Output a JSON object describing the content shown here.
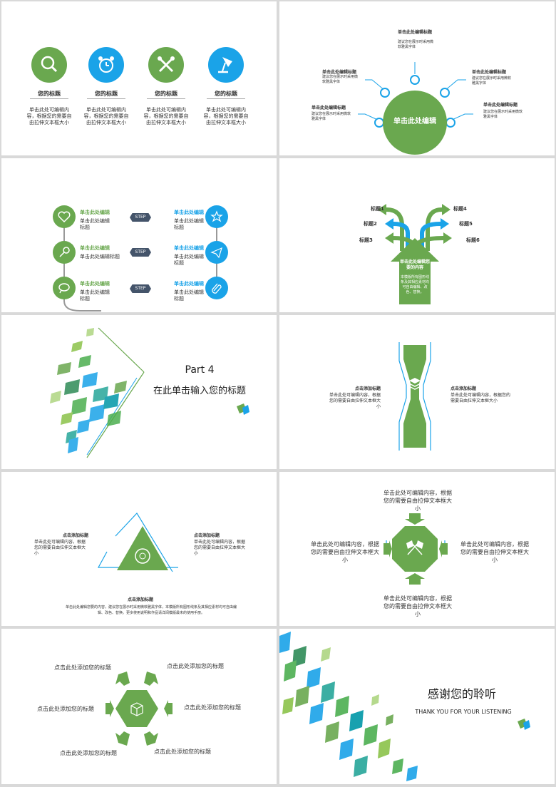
{
  "colors": {
    "green": "#6aa84f",
    "blue": "#1aa3e8",
    "text": "#333333"
  },
  "slide1": {
    "items": [
      {
        "icon": "magnifier-icon",
        "title": "您的标题",
        "desc": "单击此处可编辑内容，根据您的需要自由拉伸文本框大小"
      },
      {
        "icon": "alarm-clock-icon",
        "title": "您的标题",
        "desc": "单击此处可编辑内容，根据您的需要自由拉伸文本框大小"
      },
      {
        "icon": "tools-icon",
        "title": "您的标题",
        "desc": "单击此处可编辑内容，根据您的需要自由拉伸文本框大小"
      },
      {
        "icon": "desk-lamp-icon",
        "title": "您的标题",
        "desc": "单击此处可编辑内容，根据您的需要自由拉伸文本框大小"
      }
    ]
  },
  "slide2": {
    "center": "单击此处编辑",
    "nodes": [
      {
        "title": "单击此处编辑标题",
        "desc": "建议您在展示时采用微软雅黑字体"
      },
      {
        "title": "单击此处编辑标题",
        "desc": "建议您在展示时采用微软雅黑字体"
      },
      {
        "title": "单击此处编辑标题",
        "desc": "建议您在展示时采用微软雅黑字体"
      },
      {
        "title": "单击此处编辑标题",
        "desc": "建议您在展示时采用微软雅黑字体"
      },
      {
        "title": "单击此处编辑标题",
        "desc": "建议您在展示时采用微软雅黑字体"
      }
    ]
  },
  "slide3": {
    "step": "STEP",
    "left": [
      {
        "title": "单击此处编辑",
        "desc": "单击此处编辑标题"
      },
      {
        "title": "单击此处编辑",
        "desc": "单击此处编辑标题"
      },
      {
        "title": "单击此处编辑",
        "desc": "单击此处编辑标题"
      }
    ],
    "right": [
      {
        "title": "单击此处编辑",
        "desc": "单击此处编辑标题"
      },
      {
        "title": "单击此处编辑",
        "desc": "单击此处编辑标题"
      },
      {
        "title": "单击此处编辑",
        "desc": "单击此处编辑标题"
      }
    ]
  },
  "slide4": {
    "labels": [
      "标题1",
      "标题2",
      "标题3",
      "标题4",
      "标题5",
      "标题6"
    ],
    "box_title": "单击此处编辑您要的内容",
    "box_desc": "本模版所有图形线条及其相应素材均可自由编辑、改色、替换。"
  },
  "slide5": {
    "part": "Part 4",
    "title": "在此单击输入您的标题"
  },
  "slide6": {
    "left_title": "点击添加标题",
    "left_desc": "单击此处可编辑内容，根据您的需要自由拉伸文本框大小",
    "right_title": "点击添加标题",
    "right_desc": "单击此处可编辑内容，根据您的需要自由拉伸文本框大小"
  },
  "slide7": {
    "left_title": "点击添加标题",
    "left_desc": "单击此处可编辑内容，根据您的需要自由拉伸文本框大小",
    "right_title": "点击添加标题",
    "right_desc": "单击此处可编辑内容，根据您的需要自由拉伸文本框大小",
    "bottom_title": "点击添加标题",
    "bottom_desc": "单击此处编辑您要的内容，建议您在展示时采用微软雅黑字体，本模版所有图形线条及其相应素材均可自由编辑、改色、替换。更多使用说明和作品请详阅模版最末的使用手册。"
  },
  "slide8": {
    "top": "单击此处可编辑内容，根据您的需要自由拉伸文本框大小",
    "left": "单击此处可编辑内容，根据您的需要自由拉伸文本框大小",
    "right": "单击此处可编辑内容，根据您的需要自由拉伸文本框大小",
    "bottom": "单击此处可编辑内容，根据您的需要自由拉伸文本框大小"
  },
  "slide9": {
    "labels": [
      "点击此处添加您的标题",
      "点击此处添加您的标题",
      "点击此处添加您的标题",
      "点击此处添加您的标题",
      "点击此处添加您的标题",
      "点击此处添加您的标题"
    ]
  },
  "slide10": {
    "title": "感谢您的聆听",
    "subtitle": "THANK YOU FOR YOUR LISTENING"
  }
}
